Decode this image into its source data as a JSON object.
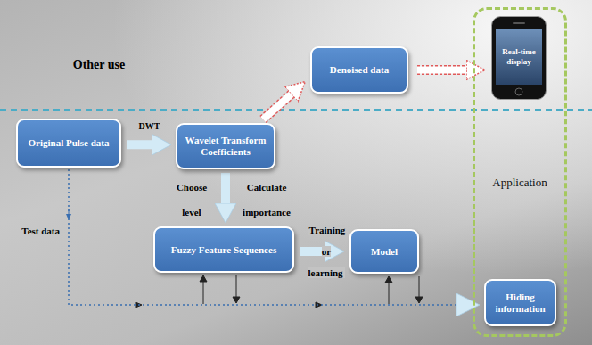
{
  "diagram": {
    "nodes": [
      {
        "text": [
          "Denoised data"
        ]
      },
      {
        "text": [
          "Application"
        ]
      },
      {
        "text": [
          "Real-time display"
        ],
        "in": 1
      },
      {
        "text": [
          "Original Pulse data"
        ]
      },
      {
        "text": [
          "Wavelet Transform Coefficients"
        ]
      },
      {
        "text": [
          "Fuzzy Feature Sequences"
        ]
      },
      {
        "text": [
          "Model"
        ]
      },
      {
        "text": [
          "Hiding information"
        ],
        "in": 1
      }
    ],
    "edges": [
      {
        "from": 3,
        "to": 4,
        "arrow": "to",
        "label": "DWT"
      },
      {
        "from": 4,
        "to": 0,
        "arrow": "to"
      },
      {
        "from": 4,
        "to": 5,
        "arrow": "to"
      },
      {
        "from": 5,
        "to": 6,
        "arrow": "to",
        "label": "Training or learning"
      },
      {
        "from": 0,
        "to": 2,
        "arrow": "to"
      },
      {
        "from": 3,
        "to": 7,
        "arrow": "to",
        "label": "Test data"
      }
    ],
    "labels": [
      "Other use",
      "Choose level",
      "Calculate importance"
    ]
  }
}
